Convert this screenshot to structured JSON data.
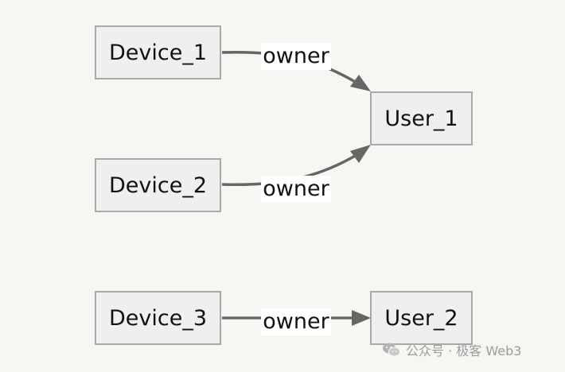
{
  "diagram": {
    "nodes": {
      "device_1": "Device_1",
      "device_2": "Device_2",
      "device_3": "Device_3",
      "user_1": "User_1",
      "user_2": "User_2"
    },
    "edges": [
      {
        "from": "device_1",
        "to": "user_1",
        "label": "owner"
      },
      {
        "from": "device_2",
        "to": "user_1",
        "label": "owner"
      },
      {
        "from": "device_3",
        "to": "user_2",
        "label": "owner"
      }
    ]
  },
  "watermark": {
    "text": "公众号 · 极客 Web3",
    "icon": "wechat-icon"
  },
  "colors": {
    "background": "#f7f6f3",
    "node_fill": "#efefef",
    "node_border": "#a9a9a9",
    "edge": "#666666",
    "watermark": "#9c9c9c"
  }
}
